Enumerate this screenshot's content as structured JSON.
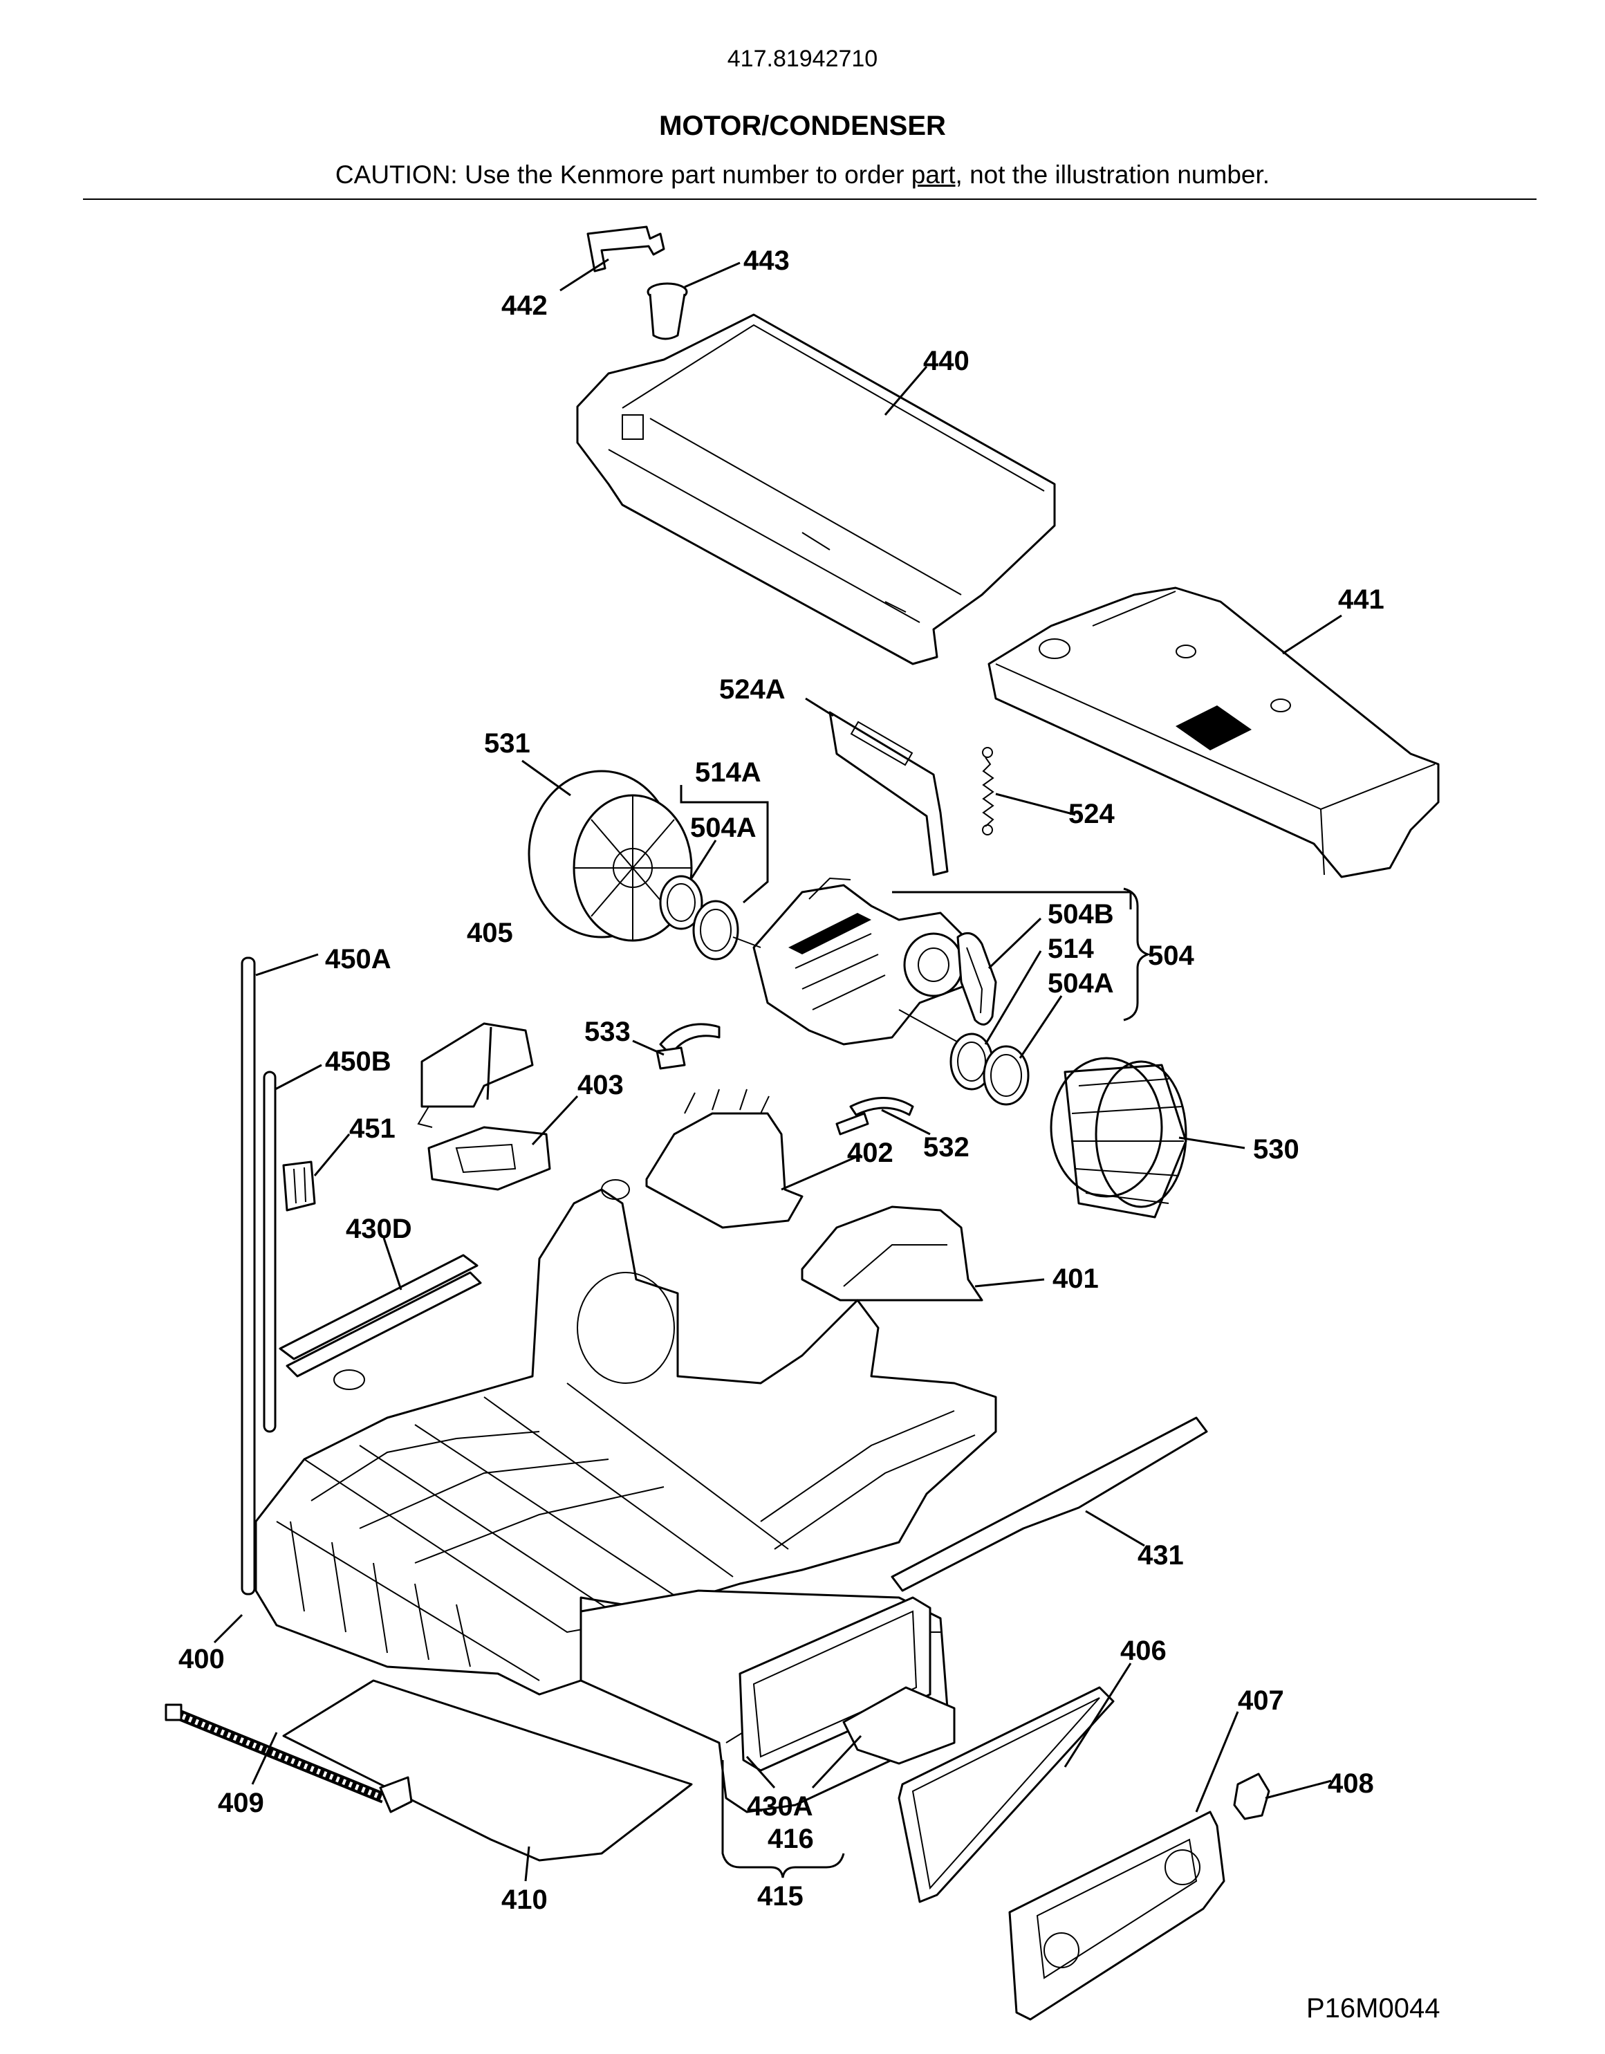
{
  "header": {
    "model_number": "417.81942710",
    "section_title": "MOTOR/CONDENSER",
    "caution": {
      "prefix": "CAUTION: Use the Kenmore part number to order ",
      "underlined": "part",
      "suffix": ", not the illustration number."
    }
  },
  "callouts": {
    "c442": "442",
    "c443": "443",
    "c440": "440",
    "c441": "441",
    "c524A": "524A",
    "c524": "524",
    "c531": "531",
    "c514A": "514A",
    "c504A_left": "504A",
    "c504B": "504B",
    "c514": "514",
    "c504A_right": "504A",
    "c504": "504",
    "c405": "405",
    "c450A": "450A",
    "c450B": "450B",
    "c533": "533",
    "c403": "403",
    "c451": "451",
    "c402": "402",
    "c532": "532",
    "c530": "530",
    "c430D": "430D",
    "c401": "401",
    "c431": "431",
    "c400": "400",
    "c406": "406",
    "c407": "407",
    "c408": "408",
    "c409": "409",
    "c410": "410",
    "c430A": "430A",
    "c416": "416",
    "c415": "415"
  },
  "footer": {
    "drawing_id": "P16M0044"
  }
}
